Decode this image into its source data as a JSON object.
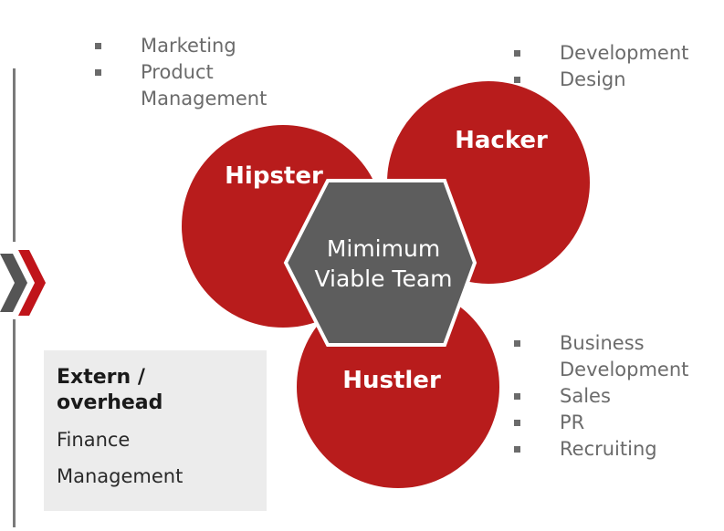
{
  "colors": {
    "circle": "#b81c1c",
    "circle_stroke": "#ffffff",
    "hexagon": "#5d5d5d",
    "bullet_text": "#6b6b6b",
    "arrow_dark": "#555555",
    "arrow_red": "#c0141a",
    "box_bg": "#ececec"
  },
  "circles": [
    {
      "label": "Hipster"
    },
    {
      "label": "Hacker"
    },
    {
      "label": "Hustler"
    }
  ],
  "center": {
    "line1": "Mimimum",
    "line2": "Viable Team"
  },
  "hipster_skills": [
    "Marketing",
    "Product",
    "Management"
  ],
  "hacker_skills": [
    "Development",
    "Design"
  ],
  "hustler_skills": [
    "Business",
    "Development",
    "Sales",
    "PR",
    "Recruiting"
  ],
  "extern": {
    "title_line1": "Extern /",
    "title_line2": "overhead",
    "items": [
      "Finance",
      "Management"
    ]
  }
}
